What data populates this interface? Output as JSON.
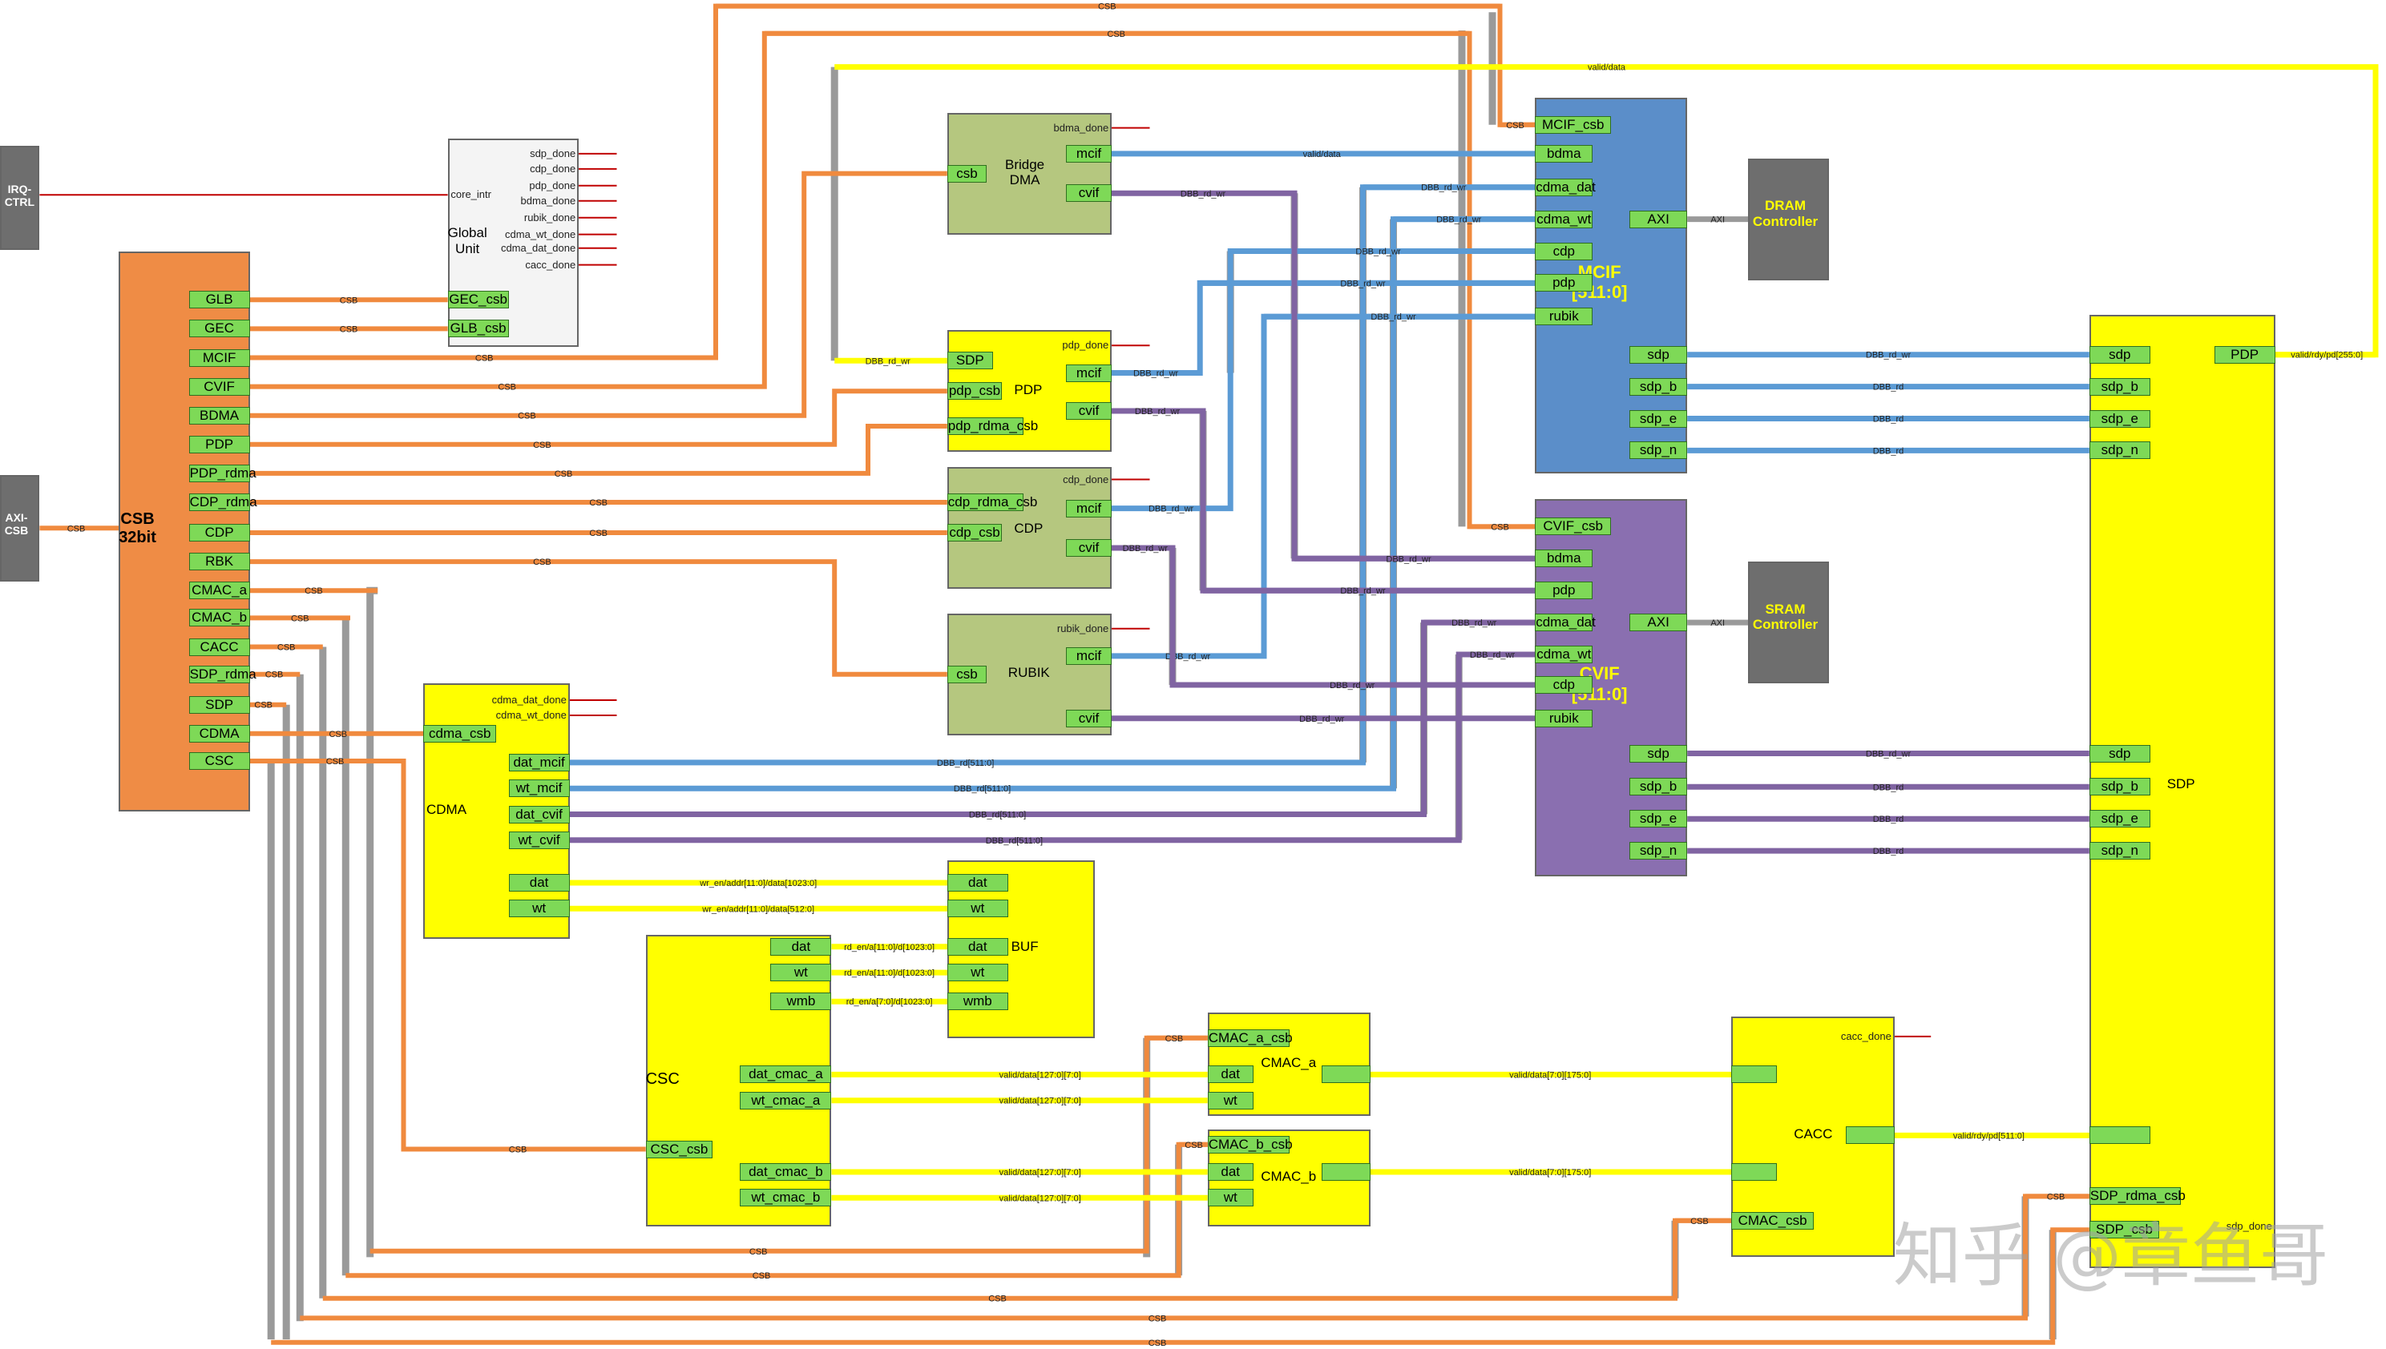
{
  "blocks": {
    "irq": "IRQ-\nCTRL",
    "axi_csb": "AXI-\nCSB",
    "csb": "CSB\n32bit",
    "global_unit": "Global\nUnit",
    "bridge_dma": "Bridge\nDMA",
    "pdp": "PDP",
    "cdp": "CDP",
    "rubik": "RUBIK",
    "cdma": "CDMA",
    "buf": "BUF",
    "csc": "CSC",
    "cmac_a": "CMAC_a",
    "cmac_b": "CMAC_b",
    "cacc": "CACC",
    "sdp": "SDP",
    "mcif": "MCIF\n[511:0]",
    "cvif": "CVIF\n[511:0]",
    "dram": "DRAM\nController",
    "sram": "SRAM\nController"
  },
  "csb_ports": [
    "GLB",
    "GEC",
    "MCIF",
    "CVIF",
    "BDMA",
    "PDP",
    "PDP_rdma",
    "CDP_rdma",
    "CDP",
    "RBK",
    "CMAC_a",
    "CMAC_b",
    "CACC",
    "SDP_rdma",
    "SDP",
    "CDMA",
    "CSC"
  ],
  "global_unit": {
    "core_intr": "core_intr",
    "dones": [
      "sdp_done",
      "cdp_done",
      "pdp_done",
      "bdma_done",
      "rubik_done",
      "cdma_wt_done",
      "cdma_dat_done",
      "cacc_done"
    ],
    "ports": [
      "GEC_csb",
      "GLB_csb"
    ]
  },
  "ports": {
    "bdma_done": "bdma_done",
    "bdma_csb": "csb",
    "bdma_mcif": "mcif",
    "bdma_cvif": "cvif",
    "pdp_done": "pdp_done",
    "pdp_sdp": "SDP",
    "pdp_csb": "pdp_csb",
    "pdp_rdma_csb": "pdp_rdma_csb",
    "pdp_mcif": "mcif",
    "pdp_cvif": "cvif",
    "cdp_done": "cdp_done",
    "cdp_rdma_csb": "cdp_rdma_csb",
    "cdp_csb": "cdp_csb",
    "cdp_mcif": "mcif",
    "cdp_cvif": "cvif",
    "rubik_done": "rubik_done",
    "rubik_csb": "csb",
    "rubik_mcif": "mcif",
    "rubik_cvif": "cvif",
    "cdma_dat_done": "cdma_dat_done",
    "cdma_wt_done": "cdma_wt_done",
    "cdma_csb": "cdma_csb",
    "cdma_dat_mcif": "dat_mcif",
    "cdma_wt_mcif": "wt_mcif",
    "cdma_dat_cvif": "dat_cvif",
    "cdma_wt_cvif": "wt_cvif",
    "cdma_dat": "dat",
    "cdma_wt": "wt",
    "buf_dat_in": "dat",
    "buf_wt_in": "wt",
    "buf_dat_out": "dat",
    "buf_wt_out": "wt",
    "buf_wmb_out": "wmb",
    "csc_dat": "dat",
    "csc_wt": "wt",
    "csc_wmb": "wmb",
    "csc_dat_cmac_a": "dat_cmac_a",
    "csc_wt_cmac_a": "wt_cmac_a",
    "csc_csb": "CSC_csb",
    "csc_dat_cmac_b": "dat_cmac_b",
    "csc_wt_cmac_b": "wt_cmac_b",
    "cmac_a_csb": "CMAC_a_csb",
    "cmac_a_dat": "dat",
    "cmac_a_wt": "wt",
    "cmac_b_csb": "CMAC_b_csb",
    "cmac_b_dat": "dat",
    "cmac_b_wt": "wt",
    "cacc_done": "cacc_done",
    "cacc_csb": "CMAC_csb",
    "mcif_csb": "MCIF_csb",
    "mcif_bdma": "bdma",
    "mcif_cdma_dat": "cdma_dat",
    "mcif_cdma_wt": "cdma_wt",
    "mcif_cdp": "cdp",
    "mcif_pdp": "pdp",
    "mcif_rubik": "rubik",
    "mcif_sdp": "sdp",
    "mcif_sdp_b": "sdp_b",
    "mcif_sdp_e": "sdp_e",
    "mcif_sdp_n": "sdp_n",
    "mcif_axi": "AXI",
    "cvif_csb": "CVIF_csb",
    "cvif_bdma": "bdma",
    "cvif_pdp": "pdp",
    "cvif_cdma_dat": "cdma_dat",
    "cvif_cdma_wt": "cdma_wt",
    "cvif_cdp": "cdp",
    "cvif_rubik": "rubik",
    "cvif_sdp": "sdp",
    "cvif_sdp_b": "sdp_b",
    "cvif_sdp_e": "sdp_e",
    "cvif_sdp_n": "sdp_n",
    "cvif_axi": "AXI",
    "sdp_pdp": "PDP",
    "sdp_sdp": "sdp",
    "sdp_sdp_b": "sdp_b",
    "sdp_sdp_e": "sdp_e",
    "sdp_sdp_n": "sdp_n",
    "sdp_sdp2": "sdp",
    "sdp_sdp_b2": "sdp_b",
    "sdp_sdp_e2": "sdp_e",
    "sdp_sdp_n2": "sdp_n",
    "sdp_rdma_csb": "SDP_rdma_csb",
    "sdp_csb": "SDP_csb",
    "sdp_done": "sdp_done"
  },
  "labels": {
    "csb": "CSB",
    "axi": "AXI",
    "valid_data": "valid/data",
    "dbb_rd_wr": "DBB_rd_wr",
    "dbb_rd": "DBB_rd",
    "dbb_rd_511": "DBB_rd[511:0]",
    "wr_dat": "wr_en/addr[11:0]/data[1023:0]",
    "wr_wt": "wr_en/addr[11:0]/data[512:0]",
    "rd_dat": "rd_en/a[11:0]/d[1023:0]",
    "rd_wt": "rd_en/a[11:0]/d[1023:0]",
    "rd_wmb": "rd_en/a[7:0]/d[1023:0]",
    "v127": "valid/data[127:0][7:0]",
    "v175": "valid/data[7:0][175:0]",
    "vrdy511": "valid/rdy/pd[511:0]",
    "vrdy255": "valid/rdy/pd[255:0]"
  },
  "watermark": "知乎 @章鱼哥",
  "colors": {
    "csb_wire": "#f08a3e",
    "data_wire": "#ffff00",
    "mcif_wire": "#5b9bd5",
    "cvif_wire": "#8064a2",
    "gray_wire": "#9a9a9a",
    "irq_wire": "#c00000",
    "csb_block": "#ef8c45",
    "yellow_block": "#ffff00",
    "green_block": "#b5c77f",
    "mcif_block": "#5b8ec9",
    "cvif_block": "#8a6fb0",
    "gray_block": "#6e6e6e",
    "port": "#7ed957"
  }
}
